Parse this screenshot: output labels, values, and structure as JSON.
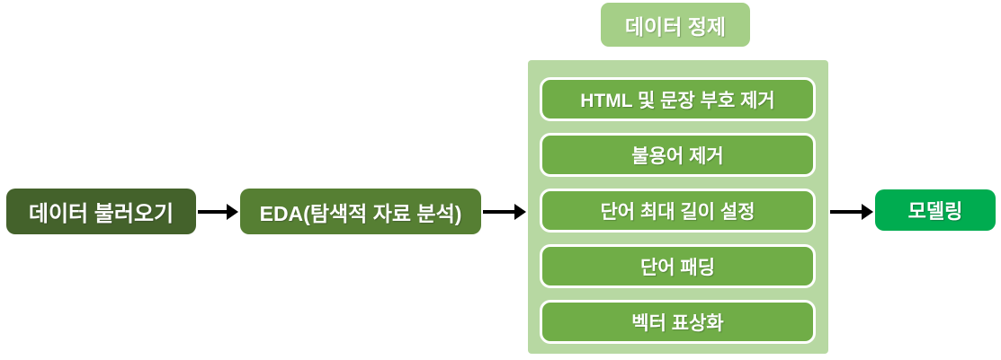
{
  "diagram": {
    "type": "flowchart",
    "direction": "left-to-right",
    "nodes": {
      "load_data": {
        "label": "데이터 불러오기"
      },
      "eda": {
        "label": "EDA(탐색적 자료 분석)"
      },
      "cleaning_title": {
        "label": "데이터 정제"
      },
      "cleaning_steps": [
        {
          "label": "HTML 및 문장 부호 제거"
        },
        {
          "label": "불용어 제거"
        },
        {
          "label": "단어 최대 길이 설정"
        },
        {
          "label": "단어 패딩"
        },
        {
          "label": "벡터 표상화"
        }
      ],
      "modeling": {
        "label": "모델링"
      }
    },
    "edges": [
      {
        "from": "load_data",
        "to": "eda"
      },
      {
        "from": "eda",
        "to": "cleaning_group"
      },
      {
        "from": "cleaning_group",
        "to": "modeling"
      }
    ],
    "colors": {
      "load_data_bg": "#44622B",
      "eda_bg": "#567F33",
      "cleaning_title_bg": "#A5CF87",
      "cleaning_container_bg": "#B7D8A2",
      "cleaning_step_bg": "#70AD47",
      "cleaning_step_border": "#FFFFFF",
      "modeling_bg": "#00AC50",
      "text": "#FFFFFF",
      "arrow": "#000000",
      "background": "#FFFFFF"
    }
  }
}
